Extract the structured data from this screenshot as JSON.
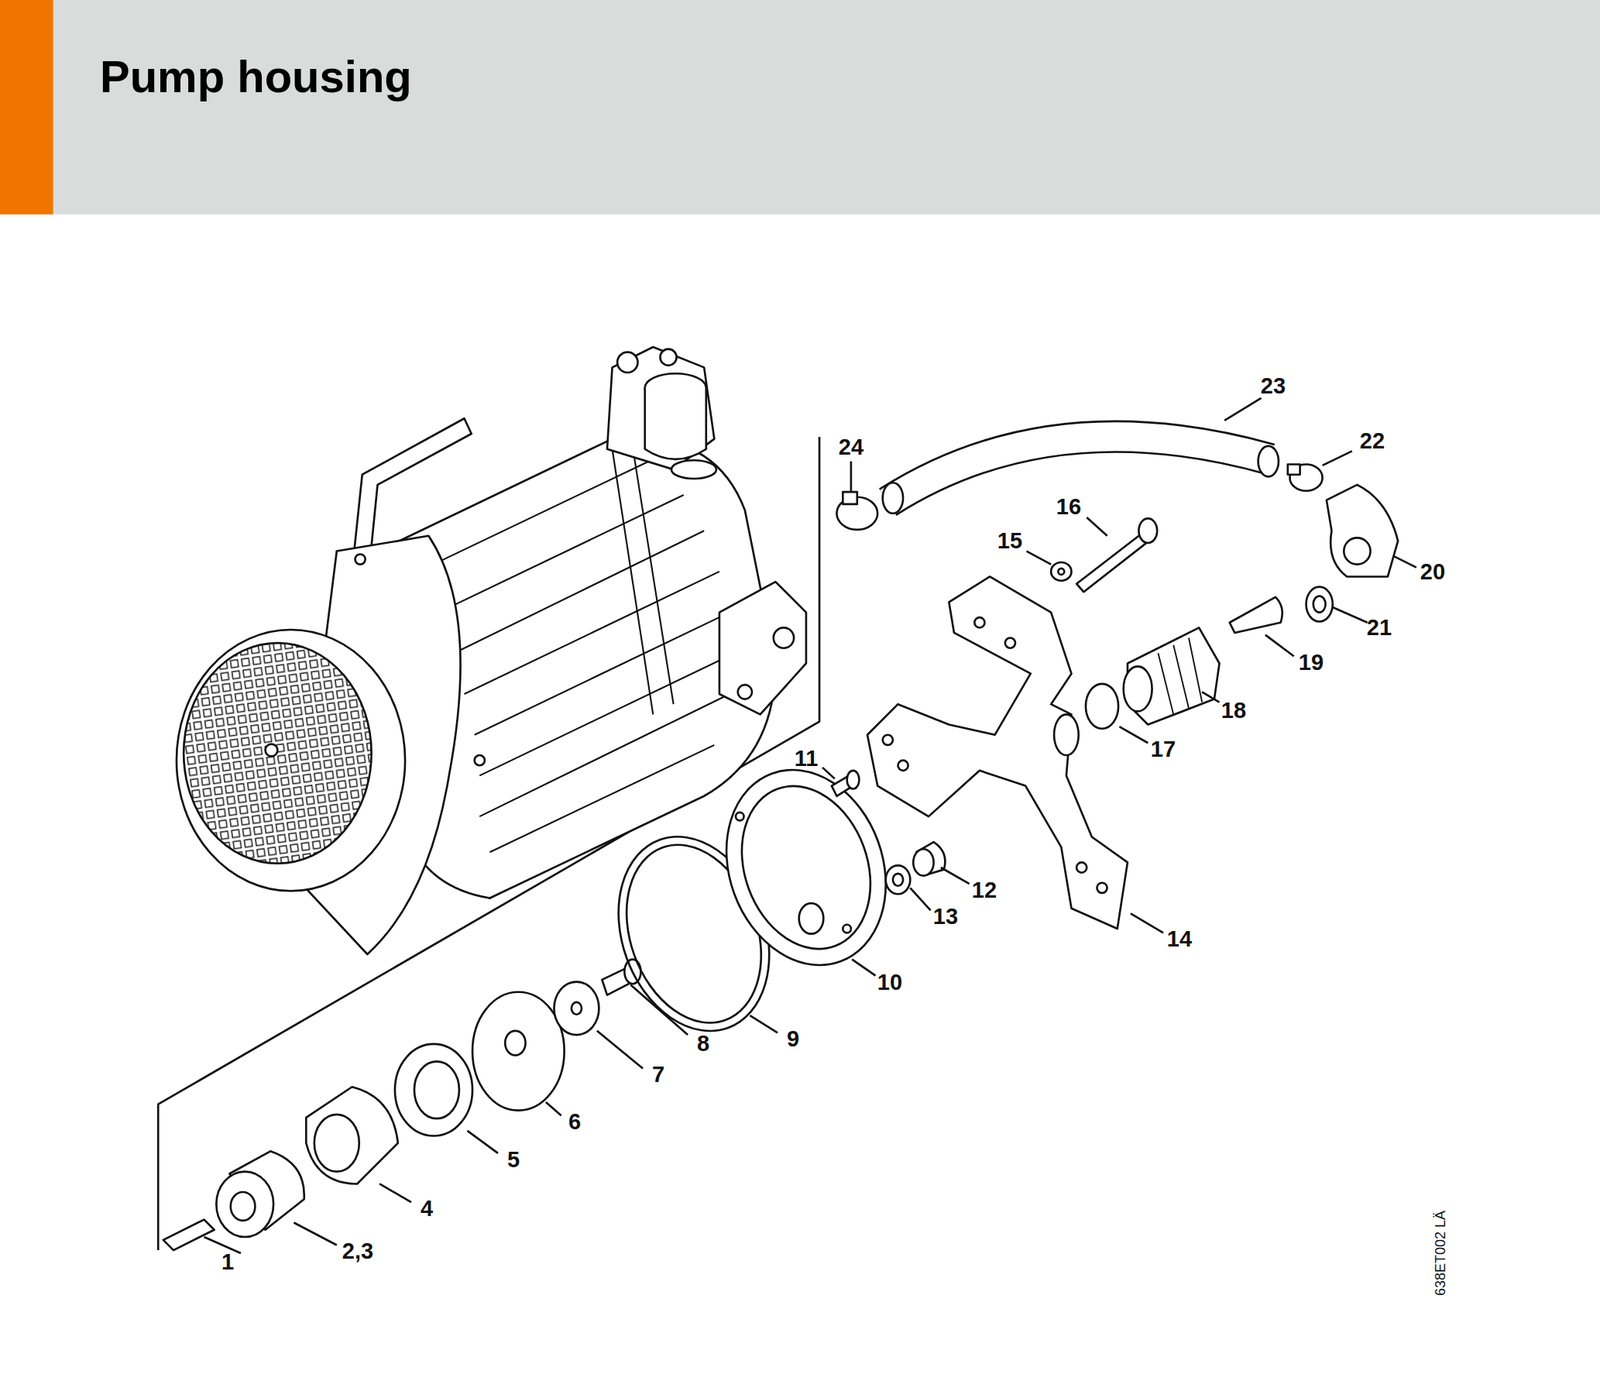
{
  "diagram": {
    "title": "Pump housing",
    "labels": [
      "1",
      "2,3",
      "4",
      "5",
      "6",
      "7",
      "8",
      "9",
      "10",
      "11",
      "12",
      "13",
      "14",
      "15",
      "16",
      "17",
      "18",
      "19",
      "20",
      "21",
      "22",
      "23",
      "24",
      "638ET002 LÄ"
    ]
  }
}
